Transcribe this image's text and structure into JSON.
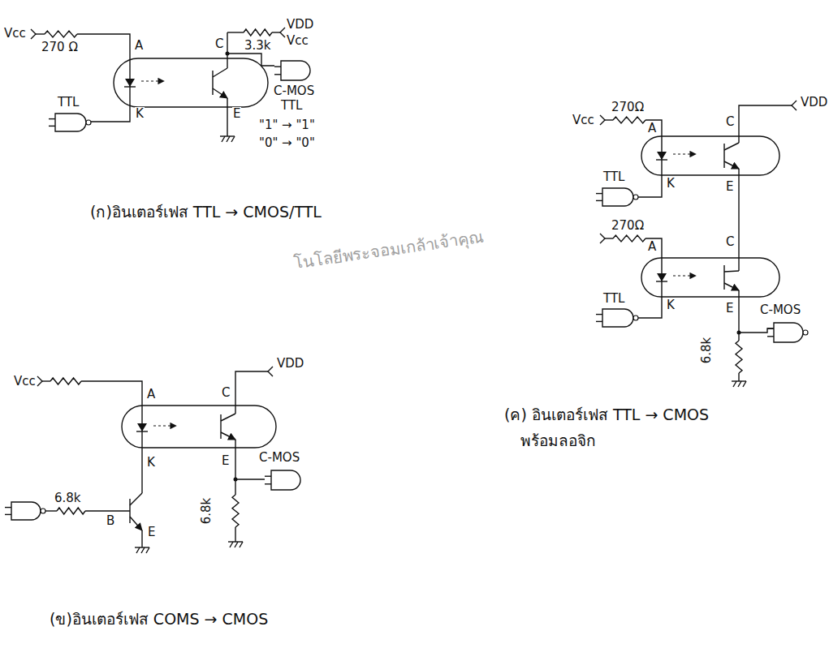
{
  "diagram": {
    "labels": [
      "Vcc",
      "270 Ω",
      "A",
      "C",
      "VDD",
      "Vcc",
      "3.3k",
      "TTL",
      "K",
      "E",
      "C-MOS",
      "TTL",
      "\"1\" → \"1\"",
      "\"0\" → \"0\"",
      "(ก)อินเตอร์เฟส TTL → CMOS/TTL",
      "Vcc",
      "270Ω",
      "A",
      "C",
      "VDD",
      "TTL",
      "K",
      "E",
      "270Ω",
      "A",
      "C",
      "TTL",
      "K",
      "E",
      "C-MOS",
      "6.8k",
      "(ค) อินเตอร์เฟส TTL → CMOS",
      "พร้อมลอจิก",
      "Vcc",
      "A",
      "C",
      "VDD",
      "C-MOS",
      "6.8k",
      "B",
      "K",
      "E",
      "E",
      "6.8k",
      "(ข)อินเตอร์เฟส COMS → CMOS",
      "โนโลยีพระจอมเกล้าเจ้าคุณ"
    ]
  }
}
